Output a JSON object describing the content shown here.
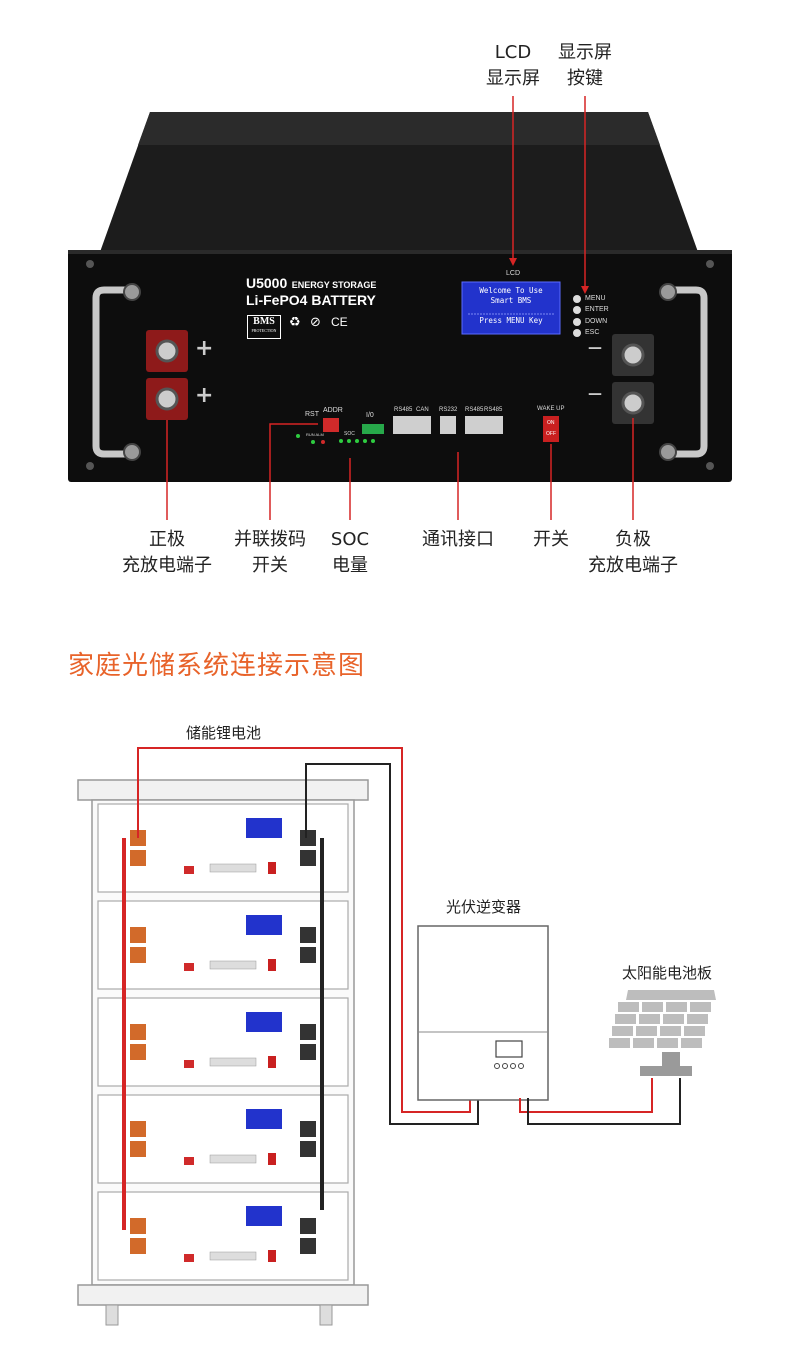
{
  "top_callouts": {
    "lcd": [
      "LCD",
      "显示屏"
    ],
    "keys": [
      "显示屏",
      "按键"
    ]
  },
  "bottom_callouts": {
    "positive": [
      "正极",
      "充放电端子"
    ],
    "dip": [
      "并联拨码",
      "开关"
    ],
    "soc": [
      "SOC",
      "电量"
    ],
    "comm": [
      "通讯接口"
    ],
    "switch": [
      "开关"
    ],
    "negative": [
      "负极",
      "充放电端子"
    ]
  },
  "panel": {
    "model": "U5000",
    "subtitle": "ENERGY STORAGE",
    "battery": "Li-FePO4 BATTERY",
    "bms": "BMS",
    "bms_sub": "PROTECTION",
    "ce": "CE",
    "lcd_label": "LCD",
    "lcd_lines": [
      "Welcome To Use",
      "Smart BMS",
      "Press MENU Key"
    ],
    "buttons": [
      "MENU",
      "ENTER",
      "DOWN",
      "ESC"
    ],
    "rst": "RST",
    "addr": "ADDR",
    "io": "I/0",
    "soc": "SOC",
    "run_alm": "RUN ALM",
    "ports": [
      "RS485",
      "CAN",
      "RS232",
      "RS485",
      "RS485"
    ],
    "wake_up": "WAKE UP",
    "sw_on": "ON",
    "sw_off": "OFF",
    "plus": "+",
    "minus": "—"
  },
  "diagram": {
    "title": "家庭光储系统连接示意图",
    "battery_label": "储能锂电池",
    "inverter_label": "光伏逆变器",
    "solar_label": "太阳能电池板"
  },
  "colors": {
    "accent": "#e8632a",
    "positive_wire": "#d62525",
    "negative_wire": "#222222",
    "lcd": "#2233cc"
  }
}
